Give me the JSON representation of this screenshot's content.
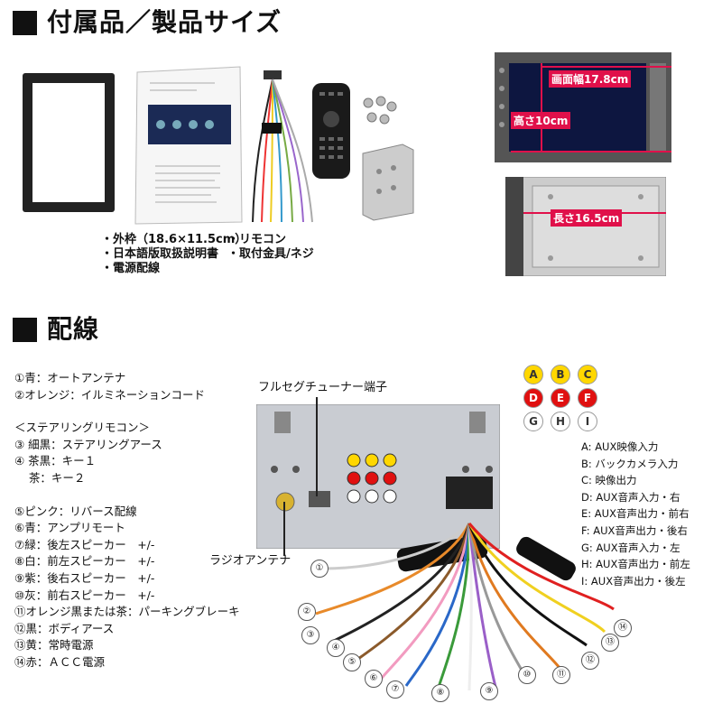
{
  "section1": {
    "title": "付属品／製品サイズ"
  },
  "accessories": {
    "col1": [
      "・外枠（18.6×11.5cm）",
      "・日本語版取扱説明書",
      "・電源配線"
    ],
    "col2": [
      "・リモコン",
      "・取付金具/ネジ"
    ]
  },
  "dimensions": {
    "screen_width": "画面幅17.8cm",
    "height": "高さ10cm",
    "depth": "長さ16.5cm"
  },
  "section2": {
    "title": "配線"
  },
  "wiring_list": [
    "①青：オートアンテナ",
    "②オレンジ：イルミネーションコード",
    "",
    "＜ステアリングリモコン＞",
    "③ 細黒：ステアリングアース",
    "④ 茶黒：キー１",
    "    茶：キー２",
    "",
    "⑤ピンク：リバース配線",
    "⑥青：アンプリモート",
    "⑦緑：後左スピーカー　+/-",
    "⑧白：前左スピーカー　+/-",
    "⑨紫：後右スピーカー　+/-",
    "⑩灰：前右スピーカー　+/-",
    "⑪オレンジ黒または茶：パーキングブレーキ",
    "⑫黒：ボディアース",
    "⑬黄：常時電源",
    "⑭赤：ＡＣＣ電源"
  ],
  "labels": {
    "tuner": "フルセグチューナー端子",
    "radio": "ラジオアンテナ"
  },
  "rca_circles": [
    {
      "letter": "A",
      "bg": "#ffd700",
      "fg": "#333"
    },
    {
      "letter": "B",
      "bg": "#ffd700",
      "fg": "#333"
    },
    {
      "letter": "C",
      "bg": "#ffd700",
      "fg": "#333"
    },
    {
      "letter": "D",
      "bg": "#e01010",
      "fg": "#fff"
    },
    {
      "letter": "E",
      "bg": "#e01010",
      "fg": "#fff"
    },
    {
      "letter": "F",
      "bg": "#e01010",
      "fg": "#fff"
    },
    {
      "letter": "G",
      "bg": "#ffffff",
      "fg": "#333"
    },
    {
      "letter": "H",
      "bg": "#ffffff",
      "fg": "#333"
    },
    {
      "letter": "I",
      "bg": "#ffffff",
      "fg": "#333"
    }
  ],
  "rca_legend": [
    "A: AUX映像入力",
    "B: バックカメラ入力",
    "C: 映像出力",
    "D: AUX音声入力・右",
    "E: AUX音声出力・前右",
    "F: AUX音声出力・後右",
    "G: AUX音声入力・左",
    "H: AUX音声出力・前左",
    "I: AUX音声出力・後左"
  ],
  "wire_numbers": [
    "①",
    "②",
    "③",
    "④",
    "⑤",
    "⑥",
    "⑦",
    "⑧",
    "⑨",
    "⑩",
    "⑪",
    "⑫",
    "⑬",
    "⑭"
  ]
}
